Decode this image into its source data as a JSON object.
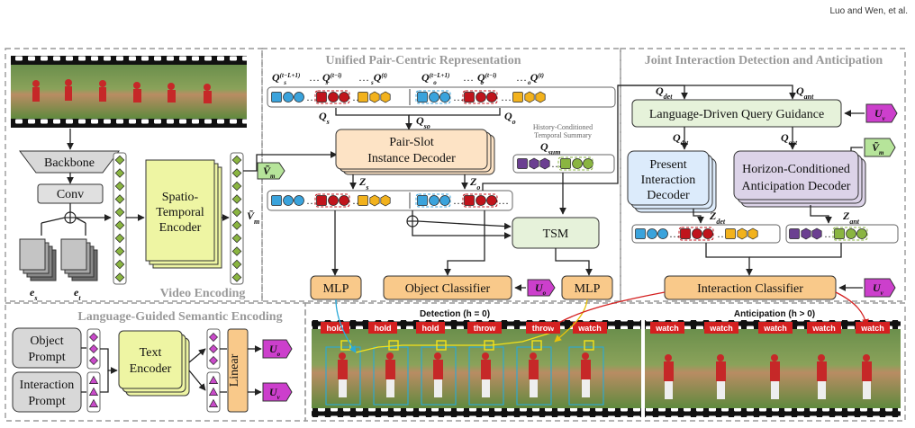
{
  "header": {
    "authors": "Luo and Wen, et al."
  },
  "sections": {
    "video_encoding": "Video Encoding",
    "pair_centric": "Unified Pair-Centric Representation",
    "joint_detection": "Joint Interaction Detection and Anticipation",
    "language_guided": "Language-Guided Semantic Encoding"
  },
  "video_encoding": {
    "backbone": "Backbone",
    "conv": "Conv",
    "st_encoder_line1": "Spatio-",
    "st_encoder_line2": "Temporal",
    "st_encoder_line3": "Encoder",
    "es": "e",
    "es_sub": "s",
    "et": "e",
    "et_sub": "t",
    "v_tilde": "Ṽ",
    "v_tilde_sub": "m"
  },
  "pair_centric": {
    "qs_hist": "Q",
    "qs_hist_sup": "(t−L+1)",
    "qs_mid_sup": "(t−i)",
    "qs_cur_sup": "(t)",
    "qs_sub": "s",
    "qo_sub": "o",
    "ellipsis": "…",
    "qs": "Q",
    "qo": "Q",
    "qso": "Q",
    "qso_sub": "so",
    "decoder_line1": "Pair-Slot",
    "decoder_line2": "Instance Decoder",
    "zs": "Z",
    "zo": "Z",
    "history_line1": "History-Conditioned",
    "history_line2": "Temporal Summary",
    "qsum": "Q",
    "qsum_sub": "sum",
    "tsm": "TSM",
    "mlp": "MLP",
    "object_classifier": "Object Classifier"
  },
  "joint_detection": {
    "qdet": "Q",
    "qdet_sub": "det",
    "qant": "Q",
    "qant_sub": "ant",
    "guidance": "Language-Driven Query Guidance",
    "present_line1": "Present",
    "present_line2": "Interaction",
    "present_line3": "Decoder",
    "horizon_line1": "Horizon-Conditioned",
    "horizon_line2": "Anticipation Decoder",
    "zdet": "Z",
    "zant": "Z",
    "interaction_classifier": "Interaction Classifier"
  },
  "language_guided": {
    "object_prompt_line1": "Object",
    "object_prompt_line2": "Prompt",
    "interaction_prompt_line1": "Interaction",
    "interaction_prompt_line2": "Prompt",
    "text_encoder_line1": "Text",
    "text_encoder_line2": "Encoder",
    "linear": "Linear"
  },
  "tokens": {
    "u": "U",
    "u_o_sub": "o",
    "u_v_sub": "v",
    "v": "Ṽ",
    "v_sub": "m"
  },
  "frames": {
    "detection_header": "Detection (h = 0)",
    "anticipation_header": "Anticipation (h > 0)",
    "detection_labels": [
      "hold",
      "hold",
      "hold",
      "throw",
      "throw",
      "watch"
    ],
    "anticipation_labels": [
      "watch",
      "watch",
      "watch",
      "watch",
      "watch"
    ]
  },
  "colors": {
    "blue": "#3aa3dc",
    "red": "#c0141c",
    "gold": "#f2b21d",
    "purple": "#6b3f91",
    "green": "#8ab541",
    "magenta": "#cc3fcc",
    "orange_fill": "#f9c98a",
    "peach_fill": "#fde3c5",
    "yellow_fill": "#eef5a3",
    "mint_fill": "#e6f2da",
    "lavender_fill": "#dcd3e8",
    "lightblue_fill": "#dcebfb",
    "gray_fill": "#d8d8d8"
  }
}
